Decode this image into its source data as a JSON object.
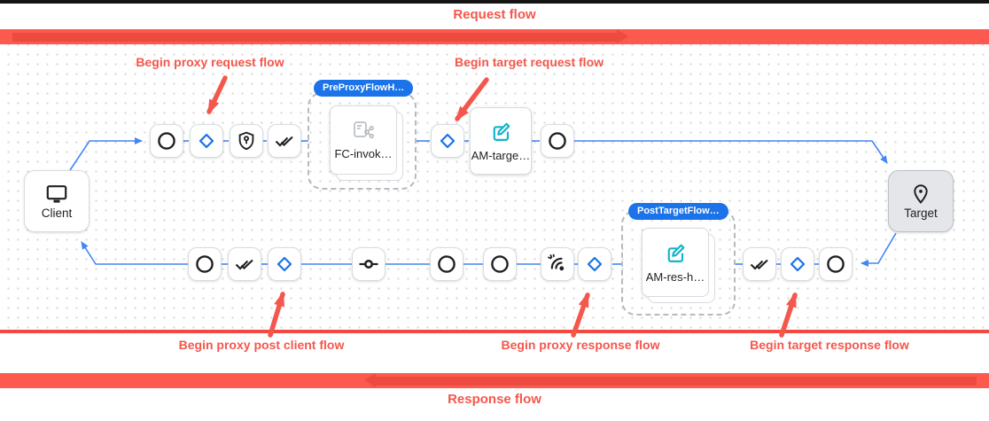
{
  "header": {
    "request_flow_label": "Request flow"
  },
  "footer": {
    "response_flow_label": "Response flow"
  },
  "annotations": {
    "begin_proxy_request": "Begin proxy request flow",
    "begin_target_request": "Begin target request flow",
    "begin_proxy_post_client": "Begin proxy post client flow",
    "begin_proxy_response": "Begin proxy response flow",
    "begin_target_response": "Begin target response flow"
  },
  "diagram": {
    "client": {
      "label": "Client",
      "icon": "monitor-icon"
    },
    "target": {
      "label": "Target",
      "icon": "location-pin-icon"
    },
    "pre_proxy_group": {
      "badge": "PreProxyFlowH…",
      "card": {
        "label": "FC-invok…",
        "icon": "flow-callout-icon"
      }
    },
    "target_request_card": {
      "label": "AM-targe…",
      "icon": "edit-icon"
    },
    "post_target_group": {
      "badge": "PostTargetFlow…",
      "card": {
        "label": "AM-res-h…",
        "icon": "edit-icon"
      }
    },
    "request_flow_steps": [
      "circle-icon",
      "diamond-icon",
      "shield-key-icon",
      "double-check-icon",
      "flow-callout-card",
      "diamond-icon",
      "edit-card",
      "circle-icon"
    ],
    "response_flow_steps": [
      "circle-icon",
      "double-check-icon",
      "diamond-icon",
      "port-icon",
      "circle-icon",
      "circle-icon",
      "broadcast-icon",
      "diamond-icon",
      "edit-card",
      "double-check-icon",
      "diamond-icon",
      "circle-icon"
    ]
  },
  "colors": {
    "annotation_red": "#f4574c",
    "bar_red": "#fc5a4f",
    "bar_arrow_red": "#ee4b40",
    "edge_blue": "#4285f4",
    "badge_blue": "#1a73e8",
    "edit_icon_teal": "#12b5cb",
    "target_node_grey": "#e4e6e9"
  }
}
